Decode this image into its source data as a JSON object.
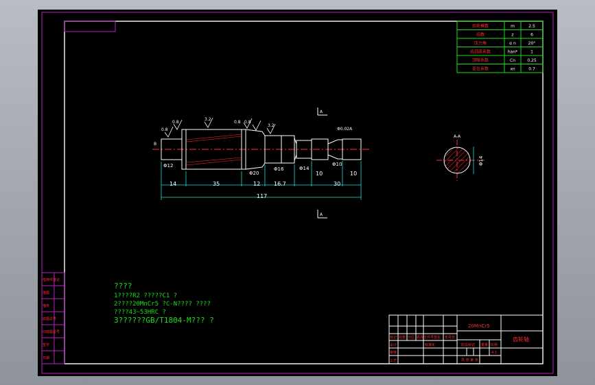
{
  "params": {
    "rows": [
      {
        "name": "齿轮模数",
        "sym": "m",
        "val": "2.5"
      },
      {
        "name": "齿数",
        "sym": "z",
        "val": "6"
      },
      {
        "name": "压力角",
        "sym": "α n",
        "val": "20°"
      },
      {
        "name": "齿顶高系数",
        "sym": "han*",
        "val": "1"
      },
      {
        "name": "顶隙系数",
        "sym": "Cn",
        "val": "0.25"
      },
      {
        "name": "变位系数",
        "sym": "xn",
        "val": "0.7"
      }
    ]
  },
  "notes": {
    "title": "????",
    "lines": [
      "1????R2 ?????C1 ?",
      "2????20MnCr5 ?C-N???? ????",
      "????43~53HRC ?",
      "3??????GB/T1804-M???  ?"
    ]
  },
  "dims": {
    "horizontal": [
      "14",
      "35",
      "12",
      "16.7",
      "10",
      "30",
      "10",
      "117"
    ],
    "diameters": [
      "Φ12",
      "Φ20",
      "Φ16",
      "Φ14",
      "Φ10",
      "Φ14"
    ],
    "roughness": [
      "0.8",
      "0.8",
      "3.2",
      "0.8",
      "0.8",
      "3.2"
    ],
    "section_label": "A-A",
    "marks": [
      "B",
      "A",
      "A",
      "Φ0.02A"
    ]
  },
  "left_strip": [
    "借用件登记",
    "描图",
    "描校",
    "底图总号",
    "旧底图总号",
    "签字",
    "日期"
  ],
  "title_block": {
    "part_name": "齿轮轴",
    "material": "20MnCr5",
    "headers": [
      "标记",
      "处数",
      "分区",
      "更改文件号",
      "签名",
      "年月日"
    ],
    "roles": [
      "设计",
      "审核",
      "工艺"
    ],
    "std": "标准化",
    "stage": "阶段标记",
    "weight": "重量",
    "scale": "比例",
    "scale_val": "4:1",
    "sheets": "共 张 第 张"
  }
}
